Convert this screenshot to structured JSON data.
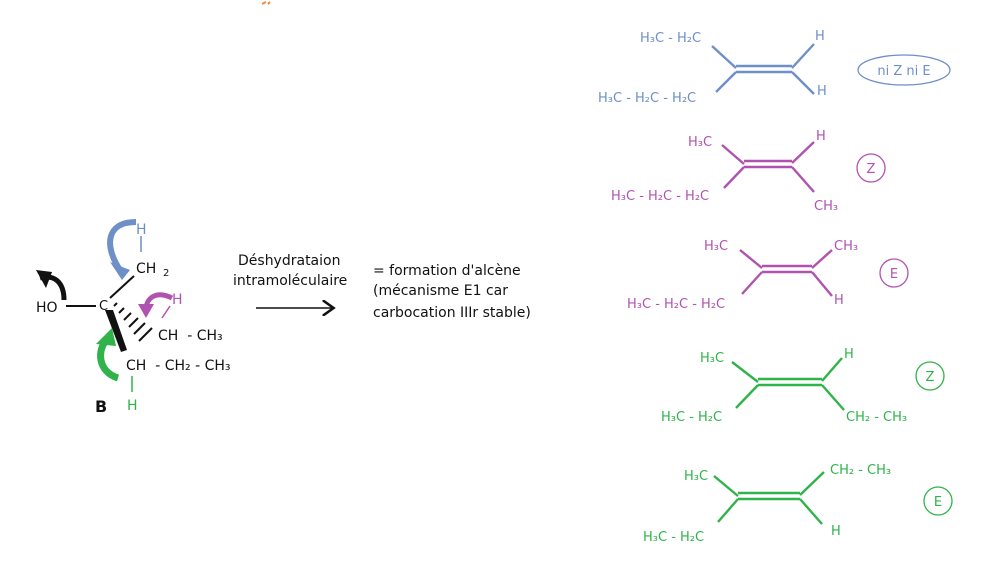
{
  "colors": {
    "black": "#111111",
    "blue": "#6e8fc8",
    "purple": "#b052b0",
    "green": "#2fb34a",
    "orange": "#f08a3c"
  },
  "molecule_b": {
    "label": "B",
    "ho": "HO",
    "c": "C",
    "h_top": "H",
    "ch2": "CH",
    "ch2_sub": "2",
    "h_purple": "H",
    "ch_ch3": "CH  - CH₃",
    "ch_ch2_ch3": "CH  - CH₂ - CH₃",
    "h_green": "H"
  },
  "reaction": {
    "arrow_label_line1": "Déshydrataion",
    "arrow_label_line2": "intramoléculaire",
    "result_line1": "= formation d'alcène",
    "result_line2": "(mécanisme E1 car",
    "result_line3": "carbocation IIIr stable)"
  },
  "alkenes": [
    {
      "color": "#6e8fc8",
      "top_left": "H₃C - H₂C",
      "bottom_left": "H₃C - H₂C - H₂C",
      "top_right": "H",
      "bottom_right": "H",
      "stereo": "ni Z ni E"
    },
    {
      "color": "#b052b0",
      "top_left": "H₃C",
      "bottom_left": "H₃C - H₂C - H₂C",
      "top_right": "H",
      "bottom_right": "CH₃",
      "stereo": "Z"
    },
    {
      "color": "#b052b0",
      "top_left": "H₃C",
      "bottom_left": "H₃C - H₂C - H₂C",
      "top_right": "CH₃",
      "bottom_right": "H",
      "stereo": "E"
    },
    {
      "color": "#2fb34a",
      "top_left": "H₃C",
      "bottom_left": "H₃C - H₂C",
      "top_right": "H",
      "bottom_right": "CH₂ - CH₃",
      "stereo": "Z"
    },
    {
      "color": "#2fb34a",
      "top_left": "H₃C",
      "bottom_left": "H₃C - H₂C",
      "top_right": "CH₂ - CH₃",
      "bottom_right": "H",
      "stereo": "E"
    }
  ]
}
